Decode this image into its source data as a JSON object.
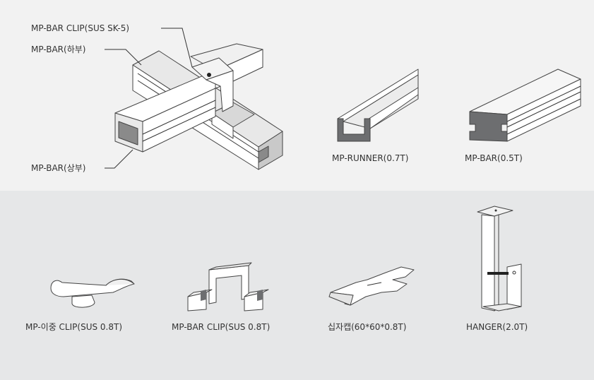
{
  "callouts": {
    "clip": "MP-BAR CLIP(SUS SK-5)",
    "lower": "MP-BAR(하부)",
    "upper": "MP-BAR(상부)"
  },
  "top_captions": {
    "runner": "MP-RUNNER(0.7T)",
    "bar": "MP-BAR(0.5T)"
  },
  "bottom_captions": {
    "double_clip": "MP-이중 CLIP(SUS 0.8T)",
    "bar_clip": "MP-BAR CLIP(SUS 0.8T)",
    "cross_cap": "십자캡(60*60*0.8T)",
    "hanger": "HANGER(2.0T)"
  },
  "colors": {
    "panel_top": "#f2f2f2",
    "panel_bottom": "#e6e7e8",
    "metal_light": "#ffffff",
    "metal_mid": "#e8e8e8",
    "metal_dark": "#8a8a8a",
    "profile_fill": "#6d6e70"
  }
}
